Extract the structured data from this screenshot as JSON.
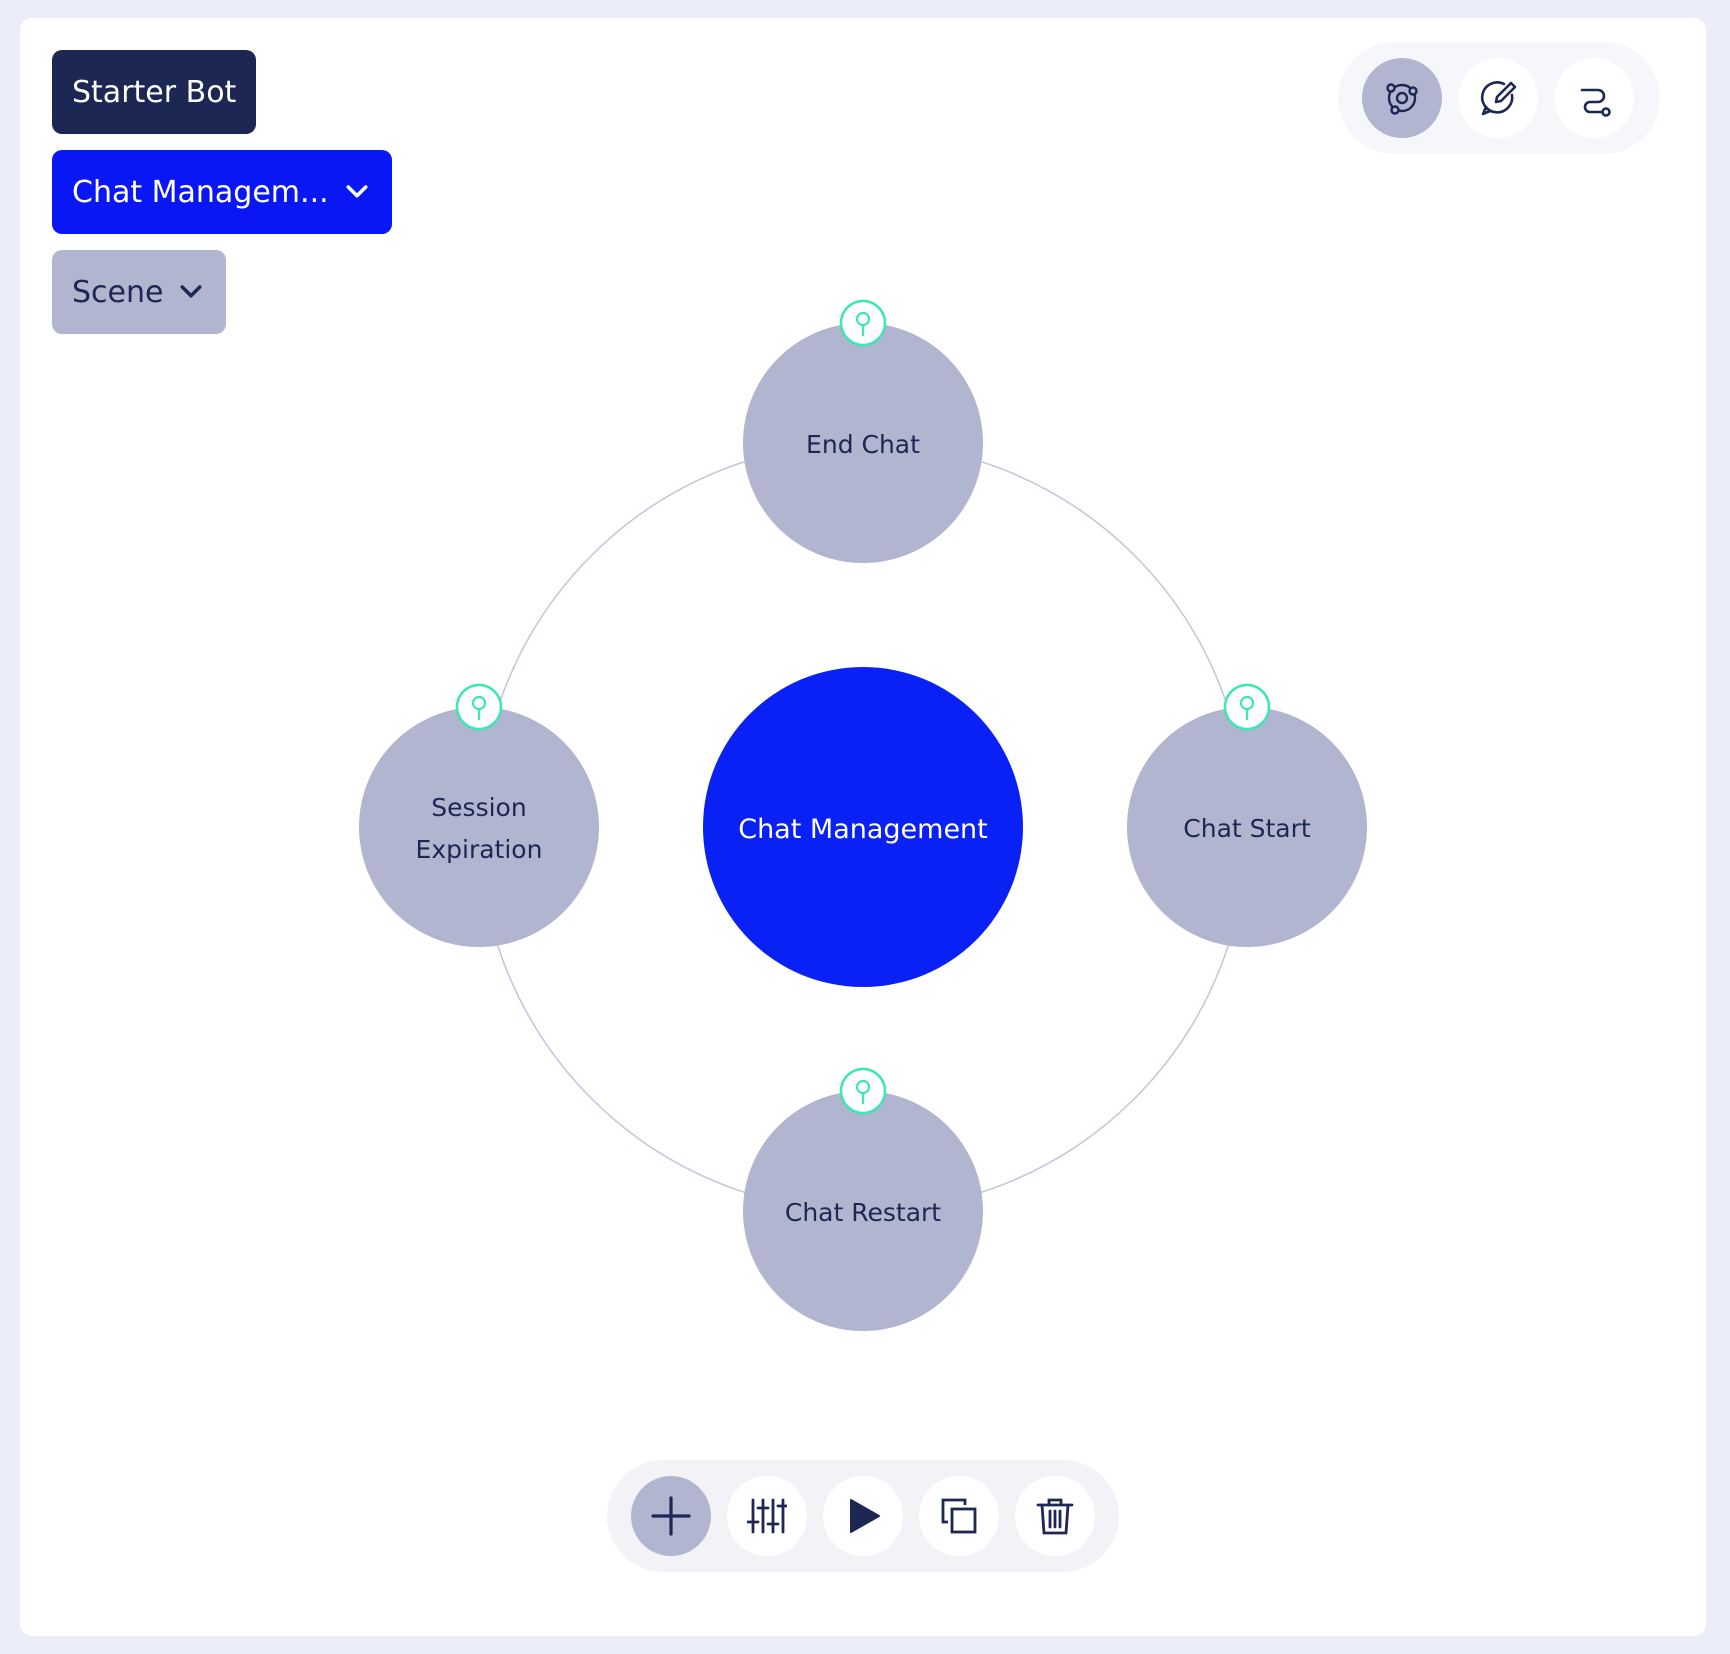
{
  "header": {
    "bot_name": "Starter Bot",
    "scene_group": "Chat Managem...",
    "scene_level": "Scene"
  },
  "top_toolbar": {
    "items": [
      {
        "icon": "network-icon",
        "active": true
      },
      {
        "icon": "edit-message-icon",
        "active": false
      },
      {
        "icon": "route-icon",
        "active": false
      }
    ]
  },
  "graph": {
    "center": {
      "label": "Chat Management",
      "color": "#0a21f5"
    },
    "nodes": [
      {
        "id": "end-chat",
        "label_lines": [
          "End Chat"
        ]
      },
      {
        "id": "chat-start",
        "label_lines": [
          "Chat Start"
        ]
      },
      {
        "id": "chat-restart",
        "label_lines": [
          "Chat Restart"
        ]
      },
      {
        "id": "session-expiration",
        "label_lines": [
          "Session",
          "Expiration"
        ]
      }
    ],
    "node_color": "#b1b5d0",
    "pin_color": "#3ee6b4"
  },
  "bottom_toolbar": {
    "items": [
      {
        "icon": "plus-icon",
        "active": true
      },
      {
        "icon": "sliders-icon",
        "active": false
      },
      {
        "icon": "play-icon",
        "active": false
      },
      {
        "icon": "duplicate-icon",
        "active": false
      },
      {
        "icon": "trash-icon",
        "active": false
      }
    ]
  }
}
